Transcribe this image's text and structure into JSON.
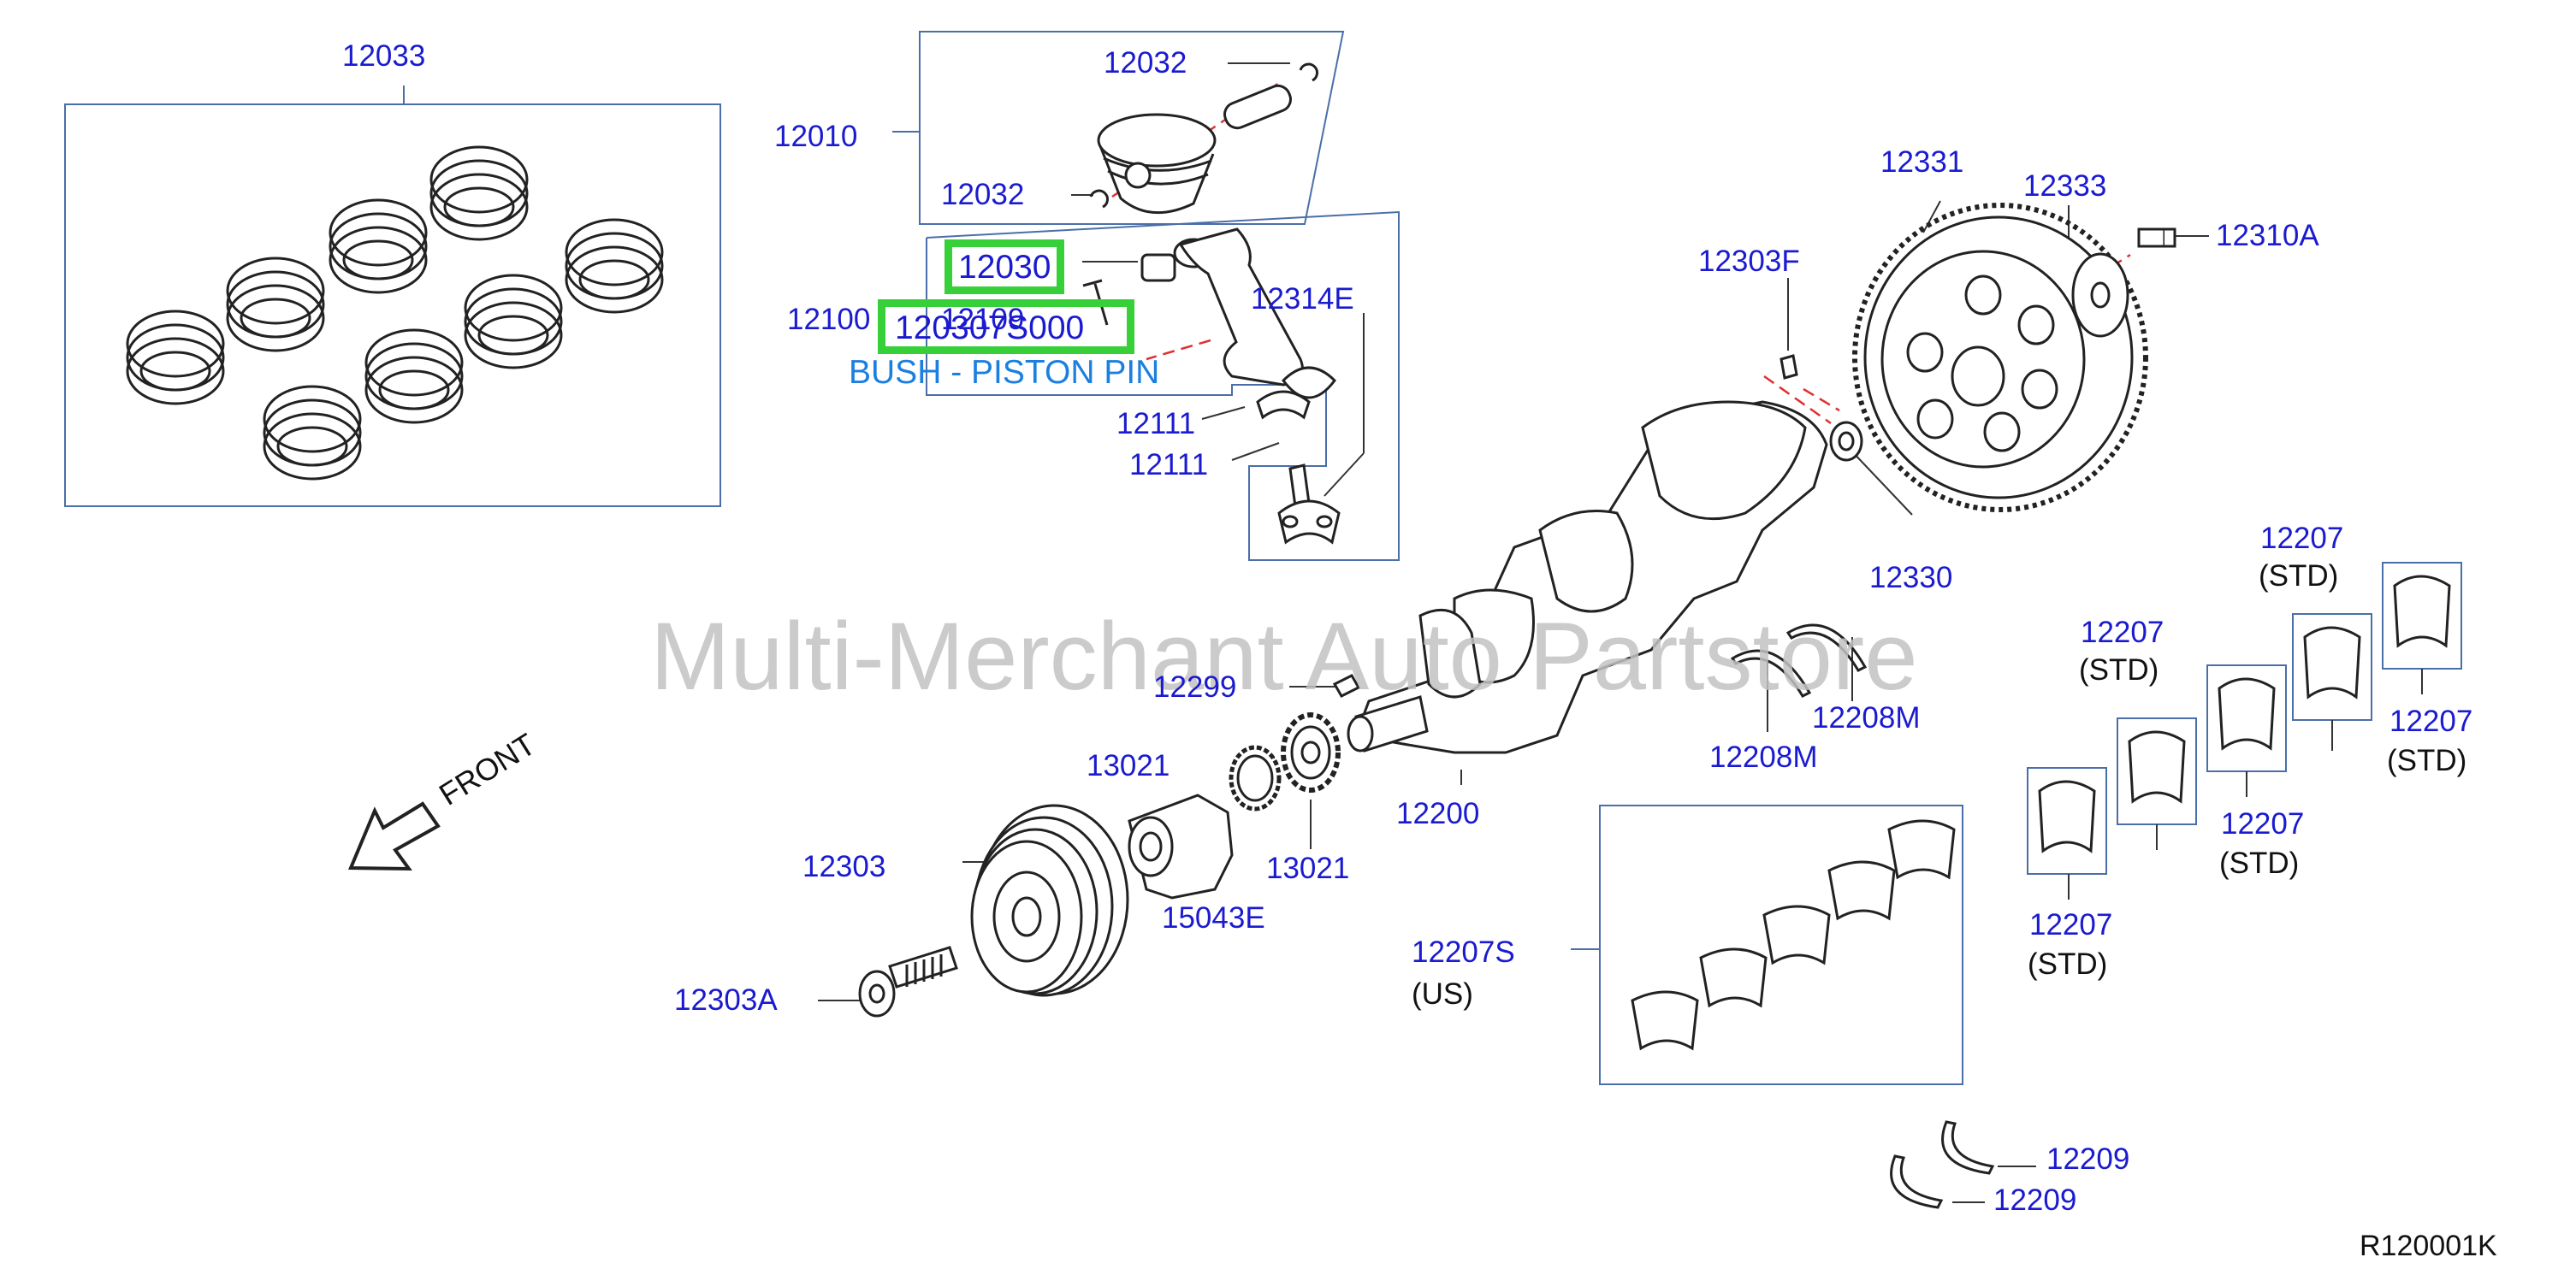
{
  "diagram": {
    "labels": {
      "p12033": "12033",
      "p12010": "12010",
      "p12032a": "12032",
      "p12032b": "12032",
      "p12100": "12100",
      "p12109": "12109",
      "p12111a": "12111",
      "p12111b": "12111",
      "p12314e": "12314E",
      "p12303f": "12303F",
      "p12331": "12331",
      "p12333": "12333",
      "p12310a": "12310A",
      "p12330": "12330",
      "p12299": "12299",
      "p12208m_a": "12208M",
      "p12208m_b": "12208M",
      "p13021a": "13021",
      "p13021b": "13021",
      "p12200": "12200",
      "p12303": "12303",
      "p15043e": "15043E",
      "p12303a": "12303A",
      "p12207s": "12207S",
      "us": "(US)",
      "p12207_1": "12207",
      "p12207_2": "12207",
      "p12207_3": "12207",
      "p12207_4": "12207",
      "p12207_5": "12207",
      "std1": "(STD)",
      "std2": "(STD)",
      "std3": "(STD)",
      "std4": "(STD)",
      "std5": "(STD)",
      "p12209a": "12209",
      "p12209b": "12209"
    },
    "highlight": {
      "part": "12030",
      "part_number": "120307S000",
      "description": "BUSH - PISTON PIN"
    },
    "front_label": "FRONT",
    "watermark": "Multi-Merchant Auto Partstore",
    "diagram_code": "R120001K",
    "colors": {
      "label": "#1a1ad0",
      "highlight_box": "#38d038",
      "tooltip_text": "#1b7fe0",
      "frame_line": "#4a6fa8",
      "leader_red": "#e03030",
      "watermark": "#c2c2c2"
    }
  }
}
